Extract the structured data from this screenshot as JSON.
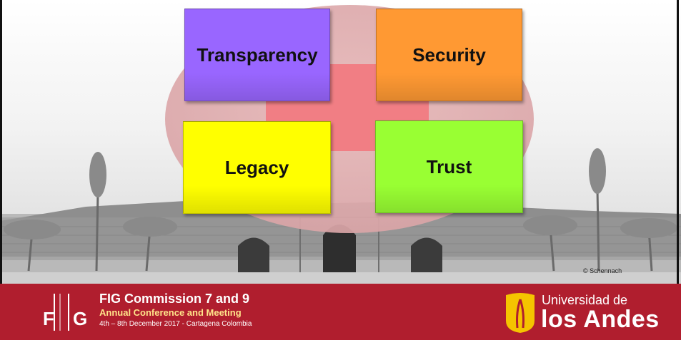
{
  "slide": {
    "boxes": {
      "transparency": {
        "label": "Transparency",
        "color": "#9966ff"
      },
      "security": {
        "label": "Security",
        "color": "#ff9933"
      },
      "legacy": {
        "label": "Legacy",
        "color": "#ffff00"
      },
      "trust": {
        "label": "Trust",
        "color": "#99ff33"
      }
    },
    "photo_credit": "© Schennach"
  },
  "footer": {
    "background_color": "#b01e2e",
    "fig_logo_text": "FIG",
    "conference_title": "FIG Commission 7 and 9",
    "conference_subtitle": "Annual Conference and Meeting",
    "conference_dates": "4th – 8th December 2017 - Cartagena Colombia",
    "university_line1": "Universidad de",
    "university_line2": "los Andes",
    "university_logo_color": "#f5c400"
  }
}
